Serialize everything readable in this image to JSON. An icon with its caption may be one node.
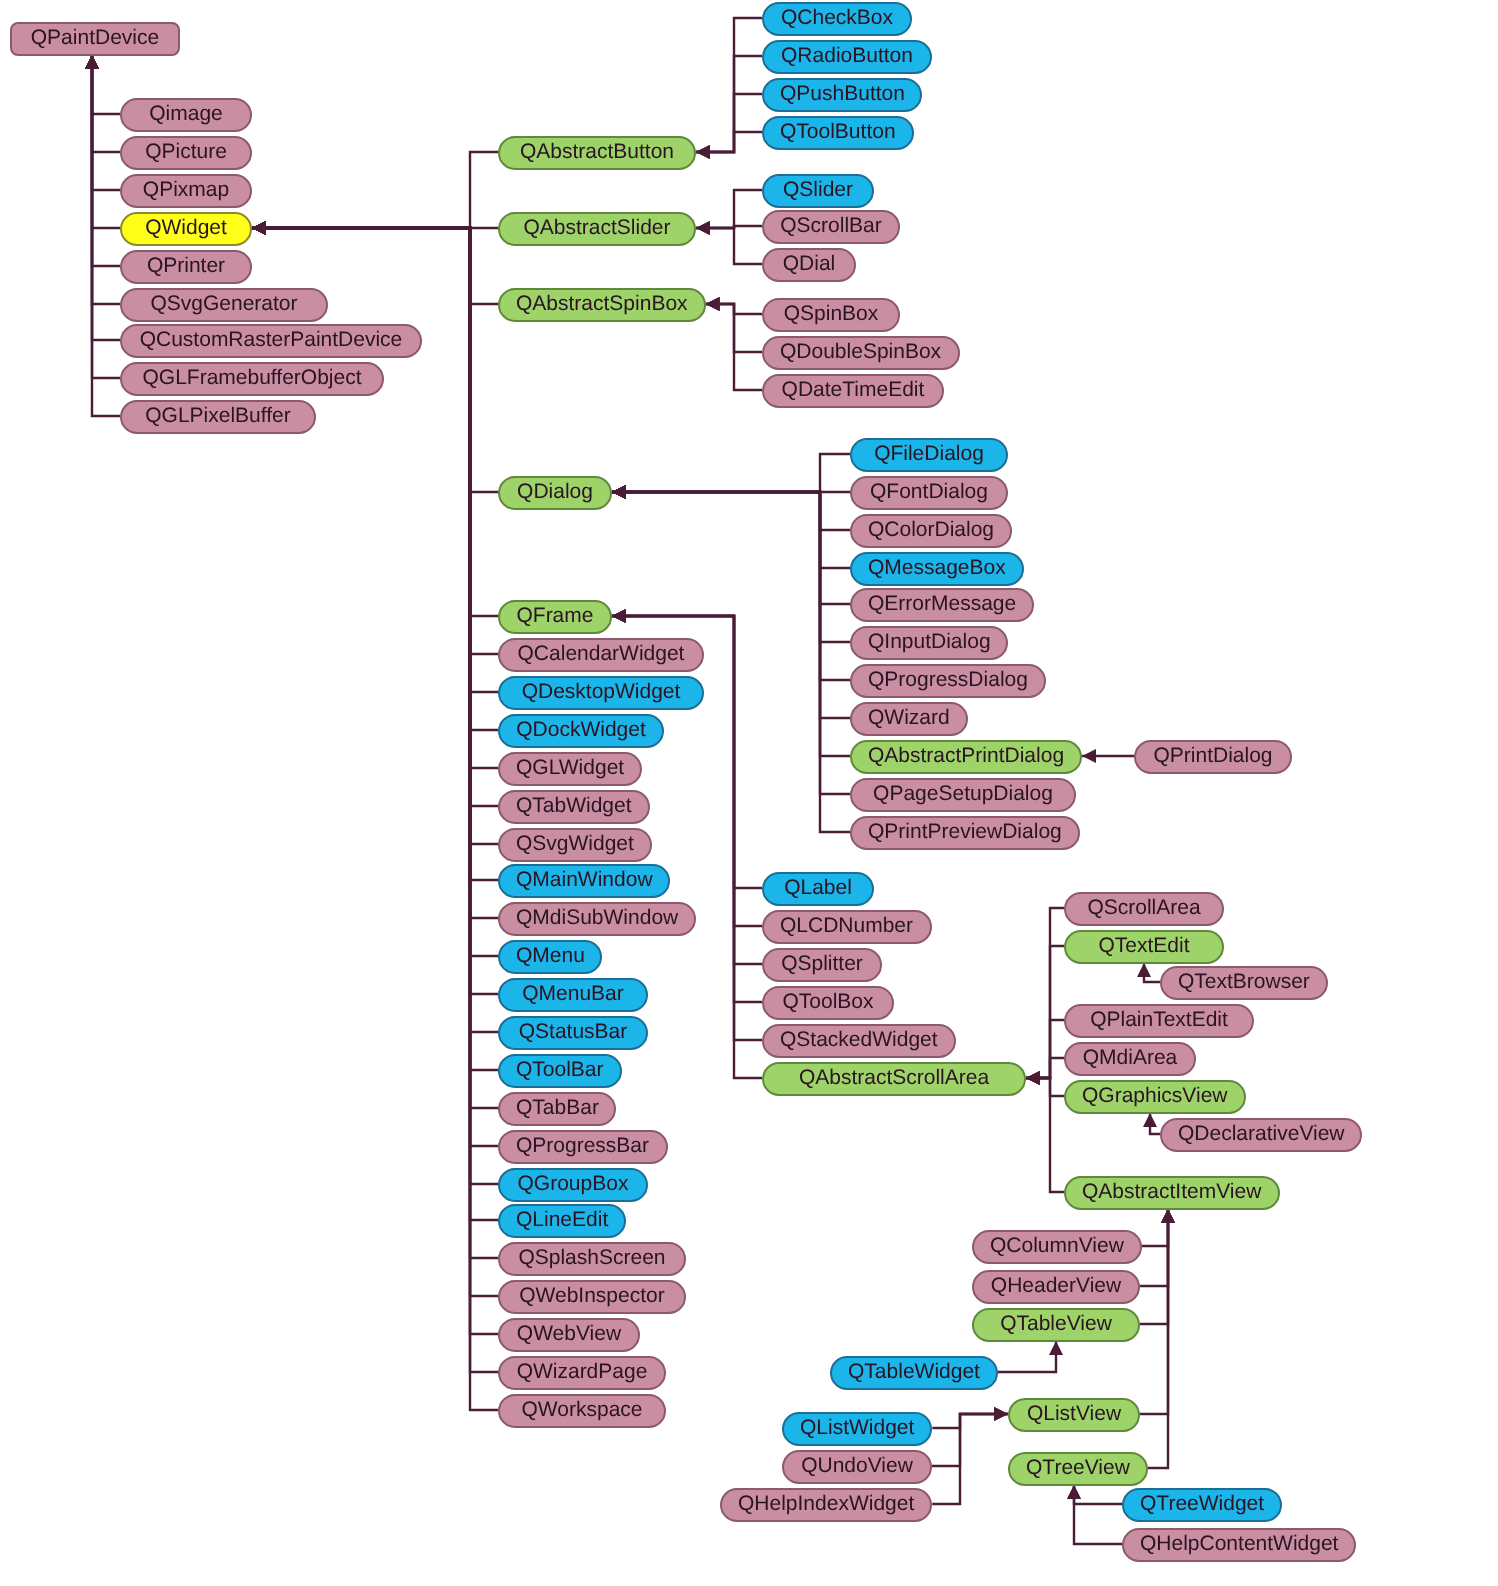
{
  "diagram": {
    "nodes": [
      {
        "text": [
          "QPaintDevice"
        ]
      },
      {
        "text": [
          "Qimage"
        ]
      },
      {
        "text": [
          "QPicture"
        ]
      },
      {
        "text": [
          "QPixmap"
        ]
      },
      {
        "text": [
          "QWidget"
        ]
      },
      {
        "text": [
          "QPrinter"
        ]
      },
      {
        "text": [
          "QSvgGenerator"
        ]
      },
      {
        "text": [
          "QCustomRasterPaintDevice"
        ]
      },
      {
        "text": [
          "QGLFramebufferObject"
        ]
      },
      {
        "text": [
          "QGLPixelBuffer"
        ]
      },
      {
        "text": [
          "QAbstractButton"
        ]
      },
      {
        "text": [
          "QCheckBox"
        ]
      },
      {
        "text": [
          "QRadioButton"
        ]
      },
      {
        "text": [
          "QPushButton"
        ]
      },
      {
        "text": [
          "QToolButton"
        ]
      },
      {
        "text": [
          "QAbstractSlider"
        ]
      },
      {
        "text": [
          "QSlider"
        ]
      },
      {
        "text": [
          "QScrollBar"
        ]
      },
      {
        "text": [
          "QDial"
        ]
      },
      {
        "text": [
          "QAbstractSpinBox"
        ]
      },
      {
        "text": [
          "QSpinBox"
        ]
      },
      {
        "text": [
          "QDoubleSpinBox"
        ]
      },
      {
        "text": [
          "QDateTimeEdit"
        ]
      },
      {
        "text": [
          "QDialog"
        ]
      },
      {
        "text": [
          "QFileDialog"
        ]
      },
      {
        "text": [
          "QFontDialog"
        ]
      },
      {
        "text": [
          "QColorDialog"
        ]
      },
      {
        "text": [
          "QMessageBox"
        ]
      },
      {
        "text": [
          "QErrorMessage"
        ]
      },
      {
        "text": [
          "QInputDialog"
        ]
      },
      {
        "text": [
          "QProgressDialog"
        ]
      },
      {
        "text": [
          "QWizard"
        ]
      },
      {
        "text": [
          "QAbstractPrintDialog"
        ]
      },
      {
        "text": [
          "QPrintDialog"
        ]
      },
      {
        "text": [
          "QPageSetupDialog"
        ]
      },
      {
        "text": [
          "QPrintPreviewDialog"
        ]
      },
      {
        "text": [
          "QFrame"
        ]
      },
      {
        "text": [
          "QCalendarWidget"
        ]
      },
      {
        "text": [
          "QDesktopWidget"
        ]
      },
      {
        "text": [
          "QDockWidget"
        ]
      },
      {
        "text": [
          "QGLWidget"
        ]
      },
      {
        "text": [
          "QTabWidget"
        ]
      },
      {
        "text": [
          "QSvgWidget"
        ]
      },
      {
        "text": [
          "QMainWindow"
        ]
      },
      {
        "text": [
          "QMdiSubWindow"
        ]
      },
      {
        "text": [
          "QMenu"
        ]
      },
      {
        "text": [
          "QMenuBar"
        ]
      },
      {
        "text": [
          "QStatusBar"
        ]
      },
      {
        "text": [
          "QToolBar"
        ]
      },
      {
        "text": [
          "QTabBar"
        ]
      },
      {
        "text": [
          "QProgressBar"
        ]
      },
      {
        "text": [
          "QGroupBox"
        ]
      },
      {
        "text": [
          "QLineEdit"
        ]
      },
      {
        "text": [
          "QSplashScreen"
        ]
      },
      {
        "text": [
          "QWebInspector"
        ]
      },
      {
        "text": [
          "QWebView"
        ]
      },
      {
        "text": [
          "QWizardPage"
        ]
      },
      {
        "text": [
          "QWorkspace"
        ]
      },
      {
        "text": [
          "QLabel"
        ]
      },
      {
        "text": [
          "QLCDNumber"
        ]
      },
      {
        "text": [
          "QSplitter"
        ]
      },
      {
        "text": [
          "QToolBox"
        ]
      },
      {
        "text": [
          "QStackedWidget"
        ]
      },
      {
        "text": [
          "QAbstractScrollArea"
        ]
      },
      {
        "text": [
          "QScrollArea"
        ]
      },
      {
        "text": [
          "QTextEdit"
        ]
      },
      {
        "text": [
          "QTextBrowser"
        ]
      },
      {
        "text": [
          "QPlainTextEdit"
        ]
      },
      {
        "text": [
          "QMdiArea"
        ]
      },
      {
        "text": [
          "QGraphicsView"
        ]
      },
      {
        "text": [
          "QDeclarativeView"
        ]
      },
      {
        "text": [
          "QAbstractItemView"
        ]
      },
      {
        "text": [
          "QColumnView"
        ]
      },
      {
        "text": [
          "QHeaderView"
        ]
      },
      {
        "text": [
          "QTableView"
        ]
      },
      {
        "text": [
          "QTableWidget"
        ]
      },
      {
        "text": [
          "QListWidget"
        ]
      },
      {
        "text": [
          "QUndoView"
        ]
      },
      {
        "text": [
          "QHelpIndexWidget"
        ]
      },
      {
        "text": [
          "QListView"
        ]
      },
      {
        "text": [
          "QTreeView"
        ]
      },
      {
        "text": [
          "QTreeWidget"
        ]
      },
      {
        "text": [
          "QHelpContentWidget"
        ]
      }
    ],
    "edges": [
      {
        "from": 1,
        "to": 0,
        "arrow": "to"
      },
      {
        "from": 2,
        "to": 0,
        "arrow": "to"
      },
      {
        "from": 3,
        "to": 0,
        "arrow": "to"
      },
      {
        "from": 4,
        "to": 0,
        "arrow": "to"
      },
      {
        "from": 5,
        "to": 0,
        "arrow": "to"
      },
      {
        "from": 6,
        "to": 0,
        "arrow": "to"
      },
      {
        "from": 7,
        "to": 0,
        "arrow": "to"
      },
      {
        "from": 8,
        "to": 0,
        "arrow": "to"
      },
      {
        "from": 9,
        "to": 0,
        "arrow": "to"
      },
      {
        "from": 10,
        "to": 4,
        "arrow": "to"
      },
      {
        "from": 11,
        "to": 10,
        "arrow": "to"
      },
      {
        "from": 12,
        "to": 10,
        "arrow": "to"
      },
      {
        "from": 13,
        "to": 10,
        "arrow": "to"
      },
      {
        "from": 14,
        "to": 10,
        "arrow": "to"
      },
      {
        "from": 15,
        "to": 4,
        "arrow": "to"
      },
      {
        "from": 16,
        "to": 15,
        "arrow": "to"
      },
      {
        "from": 17,
        "to": 15,
        "arrow": "to"
      },
      {
        "from": 18,
        "to": 15,
        "arrow": "to"
      },
      {
        "from": 19,
        "to": 4,
        "arrow": "to"
      },
      {
        "from": 20,
        "to": 19,
        "arrow": "to"
      },
      {
        "from": 21,
        "to": 19,
        "arrow": "to"
      },
      {
        "from": 22,
        "to": 19,
        "arrow": "to"
      },
      {
        "from": 23,
        "to": 4,
        "arrow": "to"
      },
      {
        "from": 24,
        "to": 23,
        "arrow": "to"
      },
      {
        "from": 25,
        "to": 23,
        "arrow": "to"
      },
      {
        "from": 26,
        "to": 23,
        "arrow": "to"
      },
      {
        "from": 27,
        "to": 23,
        "arrow": "to"
      },
      {
        "from": 28,
        "to": 23,
        "arrow": "to"
      },
      {
        "from": 29,
        "to": 23,
        "arrow": "to"
      },
      {
        "from": 30,
        "to": 23,
        "arrow": "to"
      },
      {
        "from": 31,
        "to": 23,
        "arrow": "to"
      },
      {
        "from": 32,
        "to": 23,
        "arrow": "to"
      },
      {
        "from": 33,
        "to": 32,
        "arrow": "to"
      },
      {
        "from": 34,
        "to": 23,
        "arrow": "to"
      },
      {
        "from": 35,
        "to": 23,
        "arrow": "to"
      },
      {
        "from": 36,
        "to": 4,
        "arrow": "to"
      },
      {
        "from": 37,
        "to": 4,
        "arrow": "to"
      },
      {
        "from": 38,
        "to": 4,
        "arrow": "to"
      },
      {
        "from": 39,
        "to": 4,
        "arrow": "to"
      },
      {
        "from": 40,
        "to": 4,
        "arrow": "to"
      },
      {
        "from": 41,
        "to": 4,
        "arrow": "to"
      },
      {
        "from": 42,
        "to": 4,
        "arrow": "to"
      },
      {
        "from": 43,
        "to": 4,
        "arrow": "to"
      },
      {
        "from": 44,
        "to": 4,
        "arrow": "to"
      },
      {
        "from": 45,
        "to": 4,
        "arrow": "to"
      },
      {
        "from": 46,
        "to": 4,
        "arrow": "to"
      },
      {
        "from": 47,
        "to": 4,
        "arrow": "to"
      },
      {
        "from": 48,
        "to": 4,
        "arrow": "to"
      },
      {
        "from": 49,
        "to": 4,
        "arrow": "to"
      },
      {
        "from": 50,
        "to": 4,
        "arrow": "to"
      },
      {
        "from": 51,
        "to": 4,
        "arrow": "to"
      },
      {
        "from": 52,
        "to": 4,
        "arrow": "to"
      },
      {
        "from": 53,
        "to": 4,
        "arrow": "to"
      },
      {
        "from": 54,
        "to": 4,
        "arrow": "to"
      },
      {
        "from": 55,
        "to": 4,
        "arrow": "to"
      },
      {
        "from": 56,
        "to": 4,
        "arrow": "to"
      },
      {
        "from": 57,
        "to": 4,
        "arrow": "to"
      },
      {
        "from": 58,
        "to": 36,
        "arrow": "to"
      },
      {
        "from": 59,
        "to": 36,
        "arrow": "to"
      },
      {
        "from": 60,
        "to": 36,
        "arrow": "to"
      },
      {
        "from": 61,
        "to": 36,
        "arrow": "to"
      },
      {
        "from": 62,
        "to": 36,
        "arrow": "to"
      },
      {
        "from": 63,
        "to": 36,
        "arrow": "to"
      },
      {
        "from": 64,
        "to": 63,
        "arrow": "to"
      },
      {
        "from": 65,
        "to": 63,
        "arrow": "to"
      },
      {
        "from": 66,
        "to": 65,
        "arrow": "to"
      },
      {
        "from": 67,
        "to": 63,
        "arrow": "to"
      },
      {
        "from": 68,
        "to": 63,
        "arrow": "to"
      },
      {
        "from": 69,
        "to": 63,
        "arrow": "to"
      },
      {
        "from": 70,
        "to": 69,
        "arrow": "to"
      },
      {
        "from": 71,
        "to": 63,
        "arrow": "to"
      },
      {
        "from": 72,
        "to": 71,
        "arrow": "to"
      },
      {
        "from": 73,
        "to": 71,
        "arrow": "to"
      },
      {
        "from": 74,
        "to": 71,
        "arrow": "to"
      },
      {
        "from": 75,
        "to": 74,
        "arrow": "to"
      },
      {
        "from": 76,
        "to": 79,
        "arrow": "to"
      },
      {
        "from": 77,
        "to": 79,
        "arrow": "to"
      },
      {
        "from": 78,
        "to": 79,
        "arrow": "to"
      },
      {
        "from": 79,
        "to": 71,
        "arrow": "to"
      },
      {
        "from": 80,
        "to": 71,
        "arrow": "to"
      },
      {
        "from": 81,
        "to": 80,
        "arrow": "to"
      },
      {
        "from": 82,
        "to": 80,
        "arrow": "to"
      }
    ]
  }
}
